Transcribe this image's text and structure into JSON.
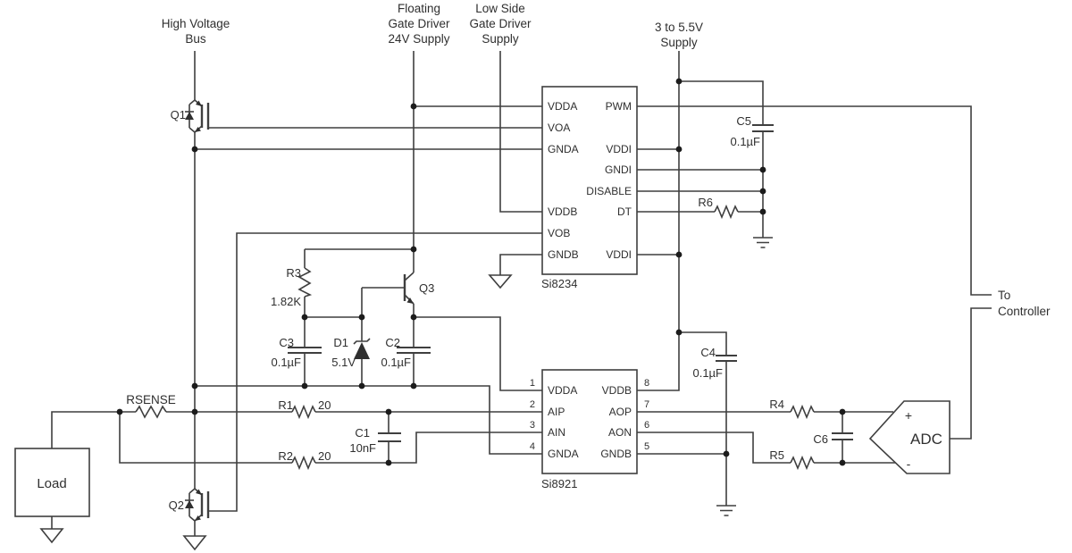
{
  "labels": {
    "high_voltage_bus": [
      "High Voltage",
      "Bus"
    ],
    "floating_supply": [
      "Floating",
      "Gate Driver",
      "24V Supply"
    ],
    "low_side_supply": [
      "Low Side",
      "Gate Driver",
      "Supply"
    ],
    "logic_supply": [
      "3 to 5.5V",
      "Supply"
    ],
    "to_controller": [
      "To",
      "Controller"
    ]
  },
  "ics": {
    "si8234": {
      "name": "Si8234",
      "left_pins": [
        "VDDA",
        "VOA",
        "GNDA",
        "VDDB",
        "VOB",
        "GNDB"
      ],
      "right_pins": [
        "PWM",
        "VDDI",
        "GNDI",
        "DISABLE",
        "DT",
        "VDDI"
      ]
    },
    "si8921": {
      "name": "Si8921",
      "left_pins": [
        {
          "num": "1",
          "name": "VDDA"
        },
        {
          "num": "2",
          "name": "AIP"
        },
        {
          "num": "3",
          "name": "AIN"
        },
        {
          "num": "4",
          "name": "GNDA"
        }
      ],
      "right_pins": [
        {
          "num": "8",
          "name": "VDDB"
        },
        {
          "num": "7",
          "name": "AOP"
        },
        {
          "num": "6",
          "name": "AON"
        },
        {
          "num": "5",
          "name": "GNDB"
        }
      ]
    }
  },
  "components": {
    "q1": {
      "ref": "Q1"
    },
    "q2": {
      "ref": "Q2"
    },
    "q3": {
      "ref": "Q3"
    },
    "d1": {
      "ref": "D1",
      "value": "5.1V"
    },
    "r1": {
      "ref": "R1",
      "value": "20"
    },
    "r2": {
      "ref": "R2",
      "value": "20"
    },
    "r3": {
      "ref": "R3",
      "value": "1.82K"
    },
    "r4": {
      "ref": "R4"
    },
    "r5": {
      "ref": "R5"
    },
    "r6": {
      "ref": "R6"
    },
    "rsense": {
      "ref": "RSENSE"
    },
    "c1": {
      "ref": "C1",
      "value": "10nF"
    },
    "c2": {
      "ref": "C2",
      "value": "0.1µF"
    },
    "c3": {
      "ref": "C3",
      "value": "0.1µF"
    },
    "c4": {
      "ref": "C4",
      "value": "0.1µF"
    },
    "c5": {
      "ref": "C5",
      "value": "0.1µF"
    },
    "c6": {
      "ref": "C6"
    },
    "load": {
      "ref": "Load"
    },
    "adc": {
      "ref": "ADC",
      "plus": "+",
      "minus": "-"
    }
  },
  "colors": {
    "wire": "#3f3f3f",
    "text": "#2f2f2f",
    "background": "#ffffff"
  }
}
